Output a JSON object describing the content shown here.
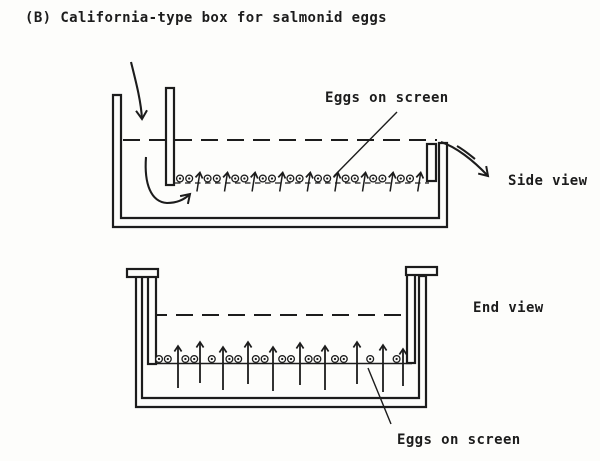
{
  "colors": {
    "paper": "#fdfdfb",
    "ink": "#1c1c1c"
  },
  "title": "(B) California-type box for salmonid eggs",
  "side_view": {
    "label": "Side view",
    "eggs_label": "Eggs on screen"
  },
  "end_view": {
    "label": "End view",
    "eggs_label": "Eggs on screen"
  }
}
